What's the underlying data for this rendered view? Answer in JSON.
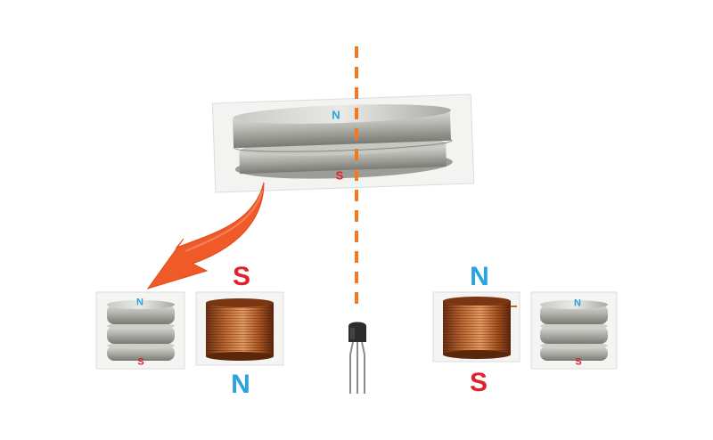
{
  "colors": {
    "north": "#29a3df",
    "south": "#e0202a",
    "axis": "#ef7a22",
    "arrow": "#f05a28",
    "copper": "#9a4a1c"
  },
  "icons": [
    "stacked-magnet-photo",
    "copper-coil-photo",
    "hall-sensor-icon",
    "curved-arrow-icon",
    "axis-dashed-line"
  ],
  "top_magnet": {
    "north_label": "N",
    "south_label": "S"
  },
  "left_assembly": {
    "magnet_north_label": "N",
    "magnet_south_label": "S",
    "coil_top_label": "S",
    "coil_bottom_label": "N"
  },
  "right_assembly": {
    "coil_top_label": "N",
    "coil_bottom_label": "S",
    "magnet_north_label": "N",
    "magnet_south_label": "S"
  }
}
